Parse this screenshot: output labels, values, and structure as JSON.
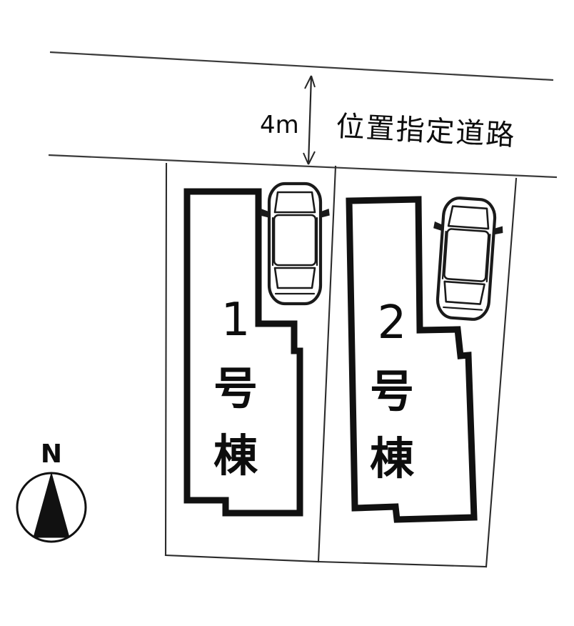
{
  "diagram": {
    "kind": "site-plan",
    "title_visible": false,
    "background_color": "#ffffff",
    "line_color": "#2b2b2b",
    "building_line_color": "#111111"
  },
  "road": {
    "label": "位置指定道路",
    "width_label": "4m",
    "label_rotation_deg": 3.0
  },
  "compass": {
    "label": "N",
    "direction": "north-up"
  },
  "lots": [
    {
      "id": "lot-1",
      "number": "1",
      "unit_kanji_1": "号",
      "unit_kanji_2": "棟",
      "full_label": "1号棟",
      "parking_spaces": 1
    },
    {
      "id": "lot-2",
      "number": "2",
      "unit_kanji_1": "号",
      "unit_kanji_2": "棟",
      "full_label": "2号棟",
      "parking_spaces": 1
    }
  ],
  "cars": [
    {
      "id": "car-lot-1",
      "orientation": "vertical",
      "rotation_deg": 0
    },
    {
      "id": "car-lot-2",
      "orientation": "vertical",
      "rotation_deg": 4
    }
  ]
}
